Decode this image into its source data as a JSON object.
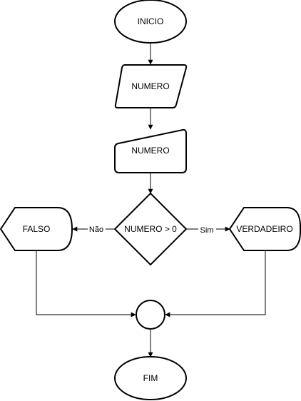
{
  "nodes": {
    "start": "INICIO",
    "input": "NUMERO",
    "manual_input": "NUMERO",
    "decision": "NUMERO > 0",
    "false_display": "FALSO",
    "true_display": "VERDADEIRO",
    "end": "FIM"
  },
  "edges": {
    "no_label": "Não",
    "yes_label": "Sim"
  }
}
